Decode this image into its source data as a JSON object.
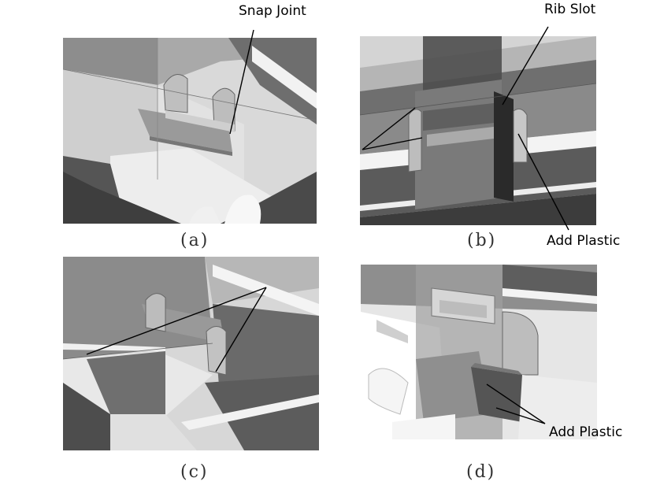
{
  "figure": {
    "panels": [
      {
        "id": "a",
        "caption": "(a)"
      },
      {
        "id": "b",
        "caption": "(b)"
      },
      {
        "id": "c",
        "caption": "(c)"
      },
      {
        "id": "d",
        "caption": "(d)"
      }
    ],
    "labels": {
      "snap_joint": "Snap Joint",
      "rib_slot": "Rib Slot",
      "add_plastic_b": "Add Plastic",
      "add_plastic_d": "Add Plastic"
    }
  }
}
